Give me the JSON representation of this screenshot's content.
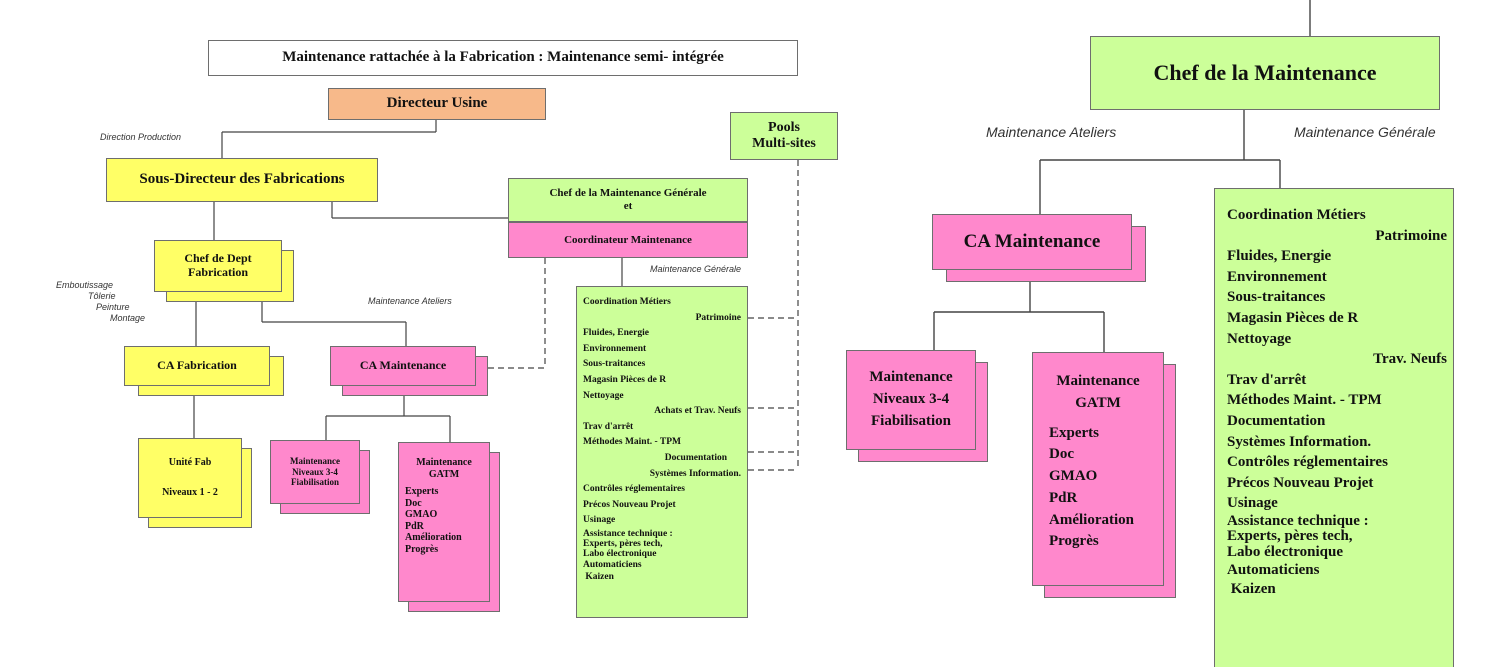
{
  "left": {
    "title": "Maintenance rattachée à la Fabrication : Maintenance semi- intégrée",
    "directeur": "Directeur Usine",
    "direction_production": "Direction  Production",
    "sous_directeur": "Sous-Directeur des Fabrications",
    "pools": [
      "Pools",
      "Multi-sites"
    ],
    "chef_maint_generale": [
      "Chef de la Maintenance Générale",
      "et"
    ],
    "coordinateur": "Coordinateur  Maintenance",
    "maintenance_generale_label": "Maintenance Générale",
    "chef_dept": [
      "Chef de Dept",
      "Fabrication"
    ],
    "areas": [
      "Emboutissage",
      "Tôlerie",
      "Peinture",
      "Montage"
    ],
    "maintenance_ateliers_label": "Maintenance Ateliers",
    "ca_fabrication": "CA Fabrication",
    "ca_maintenance": "CA Maintenance",
    "unite_fab": [
      "Unité Fab",
      "Niveaux 1 - 2"
    ],
    "maint_niveaux": [
      "Maintenance",
      "Niveaux 3-4",
      "Fiabilisation"
    ],
    "maint_gatm": [
      "Maintenance",
      "GATM",
      "Experts",
      "Doc",
      "GMAO",
      "PdR",
      "Amélioration",
      "Progrès"
    ],
    "general_list": [
      "Coordination Métiers",
      "Patrimoine",
      "Fluides, Energie",
      "Environnement",
      "Sous-traitances",
      "Magasin Pièces de R",
      "Nettoyage",
      "Achats et Trav. Neufs",
      "Trav d'arrêt",
      "Méthodes Maint. - TPM",
      "Documentation",
      "Systèmes Information.",
      "Contrôles réglementaires",
      "Précos  Nouveau Projet",
      "Usinage",
      "Assistance technique :",
      "Experts, pères tech,",
      "Labo électronique",
      "Automaticiens",
      " Kaizen"
    ]
  },
  "right": {
    "chef": "Chef  de la Maintenance",
    "maintenance_ateliers_label": "Maintenance Ateliers",
    "maintenance_generale_label": "Maintenance Générale",
    "ca_maintenance": "CA Maintenance",
    "maint_niveaux": [
      "Maintenance",
      "Niveaux 3-4",
      "Fiabilisation"
    ],
    "maint_gatm": [
      "Maintenance",
      "GATM",
      "Experts",
      "Doc",
      "GMAO",
      "PdR",
      "Amélioration",
      "Progrès"
    ],
    "general_list": [
      "Coordination Métiers",
      "Patrimoine",
      "Fluides, Energie",
      "Environnement",
      "Sous-traitances",
      "Magasin Pièces de R",
      "Nettoyage",
      "Trav. Neufs",
      "Trav d'arrêt",
      "Méthodes Maint. - TPM",
      "Documentation",
      "Systèmes Information.",
      "Contrôles réglementaires",
      "Précos  Nouveau Projet",
      "Usinage",
      "Assistance technique :",
      "Experts, pères tech,",
      "Labo électronique",
      "Automaticiens",
      " Kaizen"
    ]
  }
}
